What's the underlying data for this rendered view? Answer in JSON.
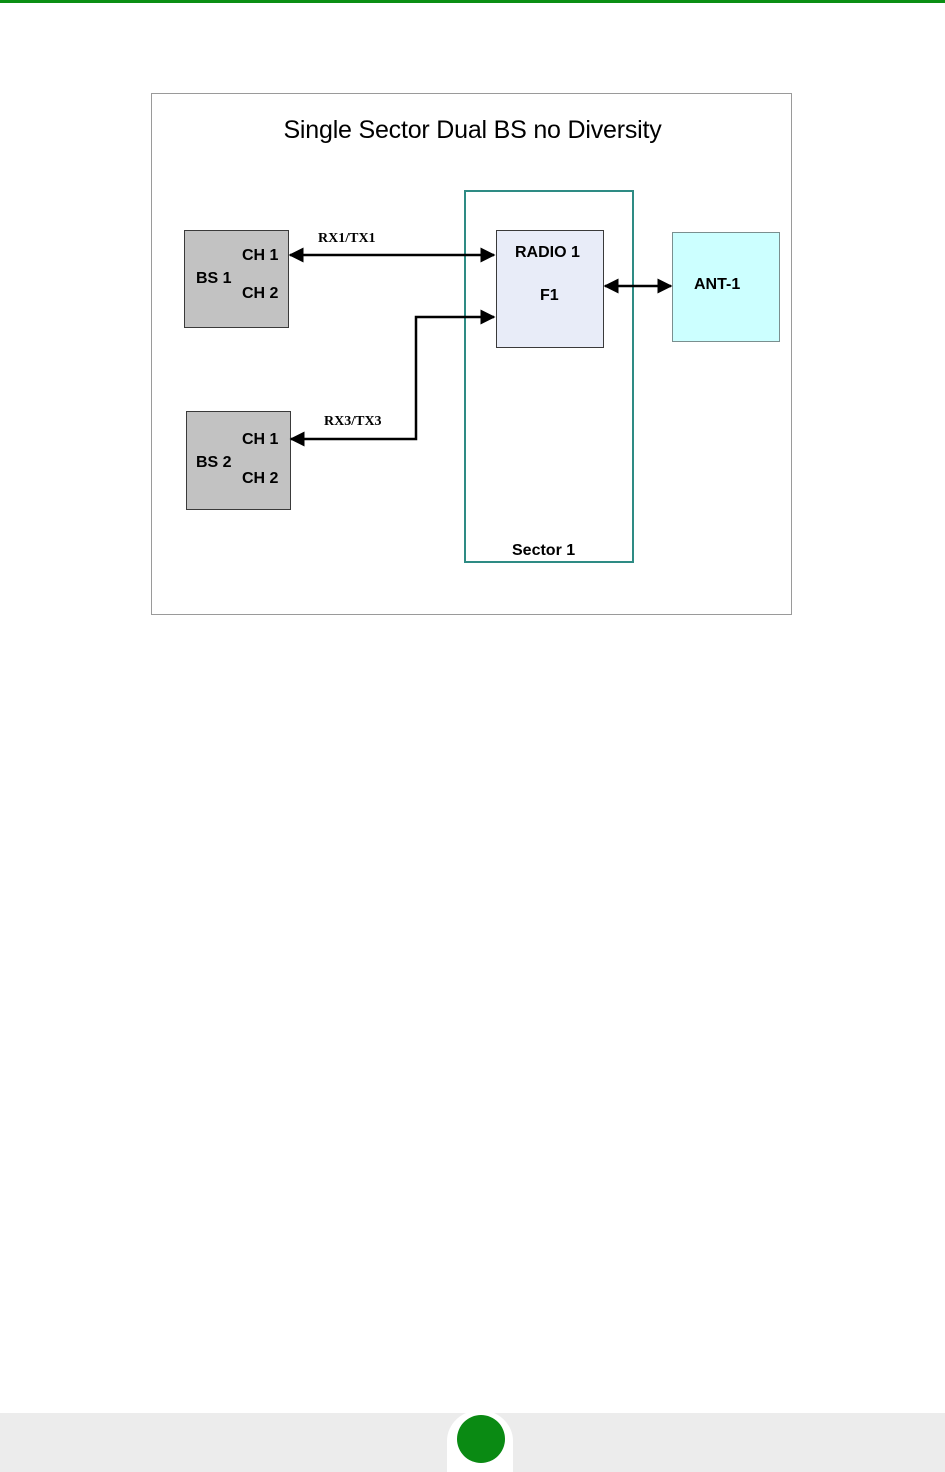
{
  "diagram": {
    "title": "Single Sector Dual BS no Diversity",
    "bs1": {
      "name": "BS 1",
      "ch1": "CH 1",
      "ch2": "CH 2"
    },
    "bs2": {
      "name": "BS 2",
      "ch1": "CH 1",
      "ch2": "CH 2"
    },
    "radio": {
      "name": "RADIO 1",
      "freq": "F1"
    },
    "antenna": {
      "name": "ANT-1"
    },
    "sector": {
      "name": "Sector 1"
    },
    "links": {
      "bs1_to_radio": "RX1/TX1",
      "bs2_to_radio": "RX3/TX3"
    },
    "colors": {
      "bs_fill": "#c2c2c2",
      "radio_fill": "#e8ecf8",
      "antenna_fill": "#ccffff",
      "sector_border": "#2e8b84",
      "accent_green": "#0a8a13"
    }
  }
}
